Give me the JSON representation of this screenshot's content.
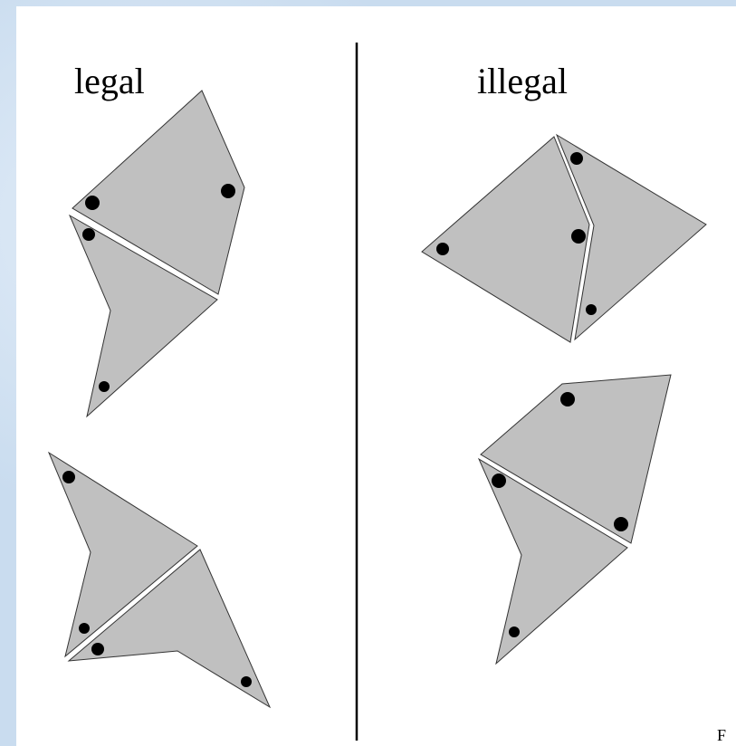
{
  "headings": {
    "left": "legal",
    "right": "illegal"
  },
  "corner_mark": "F",
  "colors": {
    "fill": "#c0c0c0",
    "stroke": "#333333",
    "dot": "#000000",
    "divider": "#000000",
    "panel": "#ffffff",
    "background": "#c9dcef"
  }
}
